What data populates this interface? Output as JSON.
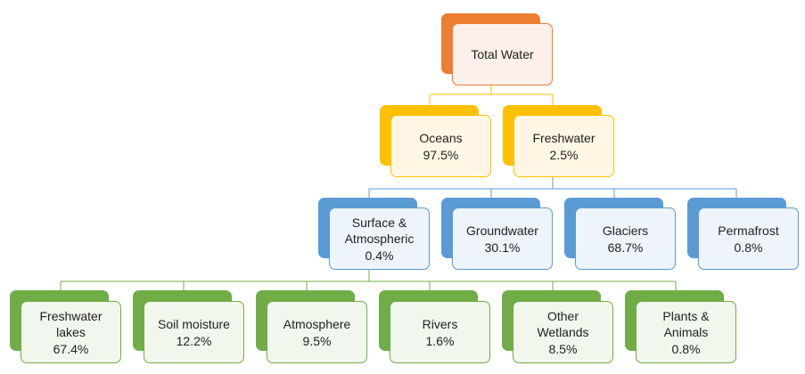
{
  "colors": {
    "total": "#ed7d31",
    "level1": "#ffc000",
    "level2": "#5b9bd5",
    "level3": "#70ad47"
  },
  "nodes": {
    "total": {
      "label": "Total Water",
      "value": ""
    },
    "oceans": {
      "label": "Oceans",
      "value": "97.5%"
    },
    "freshwater": {
      "label": "Freshwater",
      "value": "2.5%"
    },
    "surface": {
      "label": "Surface &\nAtmospheric",
      "value": "0.4%"
    },
    "groundwater": {
      "label": "Groundwater",
      "value": "30.1%"
    },
    "glaciers": {
      "label": "Glaciers",
      "value": "68.7%"
    },
    "permafrost": {
      "label": "Permafrost",
      "value": "0.8%"
    },
    "lakes": {
      "label": "Freshwater\nlakes",
      "value": "67.4%"
    },
    "soil": {
      "label": "Soil moisture",
      "value": "12.2%"
    },
    "atmosphere": {
      "label": "Atmosphere",
      "value": "9.5%"
    },
    "rivers": {
      "label": "Rivers",
      "value": "1.6%"
    },
    "wetlands": {
      "label": "Other\nWetlands",
      "value": "8.5%"
    },
    "plants": {
      "label": "Plants &\nAnimals",
      "value": "0.8%"
    }
  }
}
